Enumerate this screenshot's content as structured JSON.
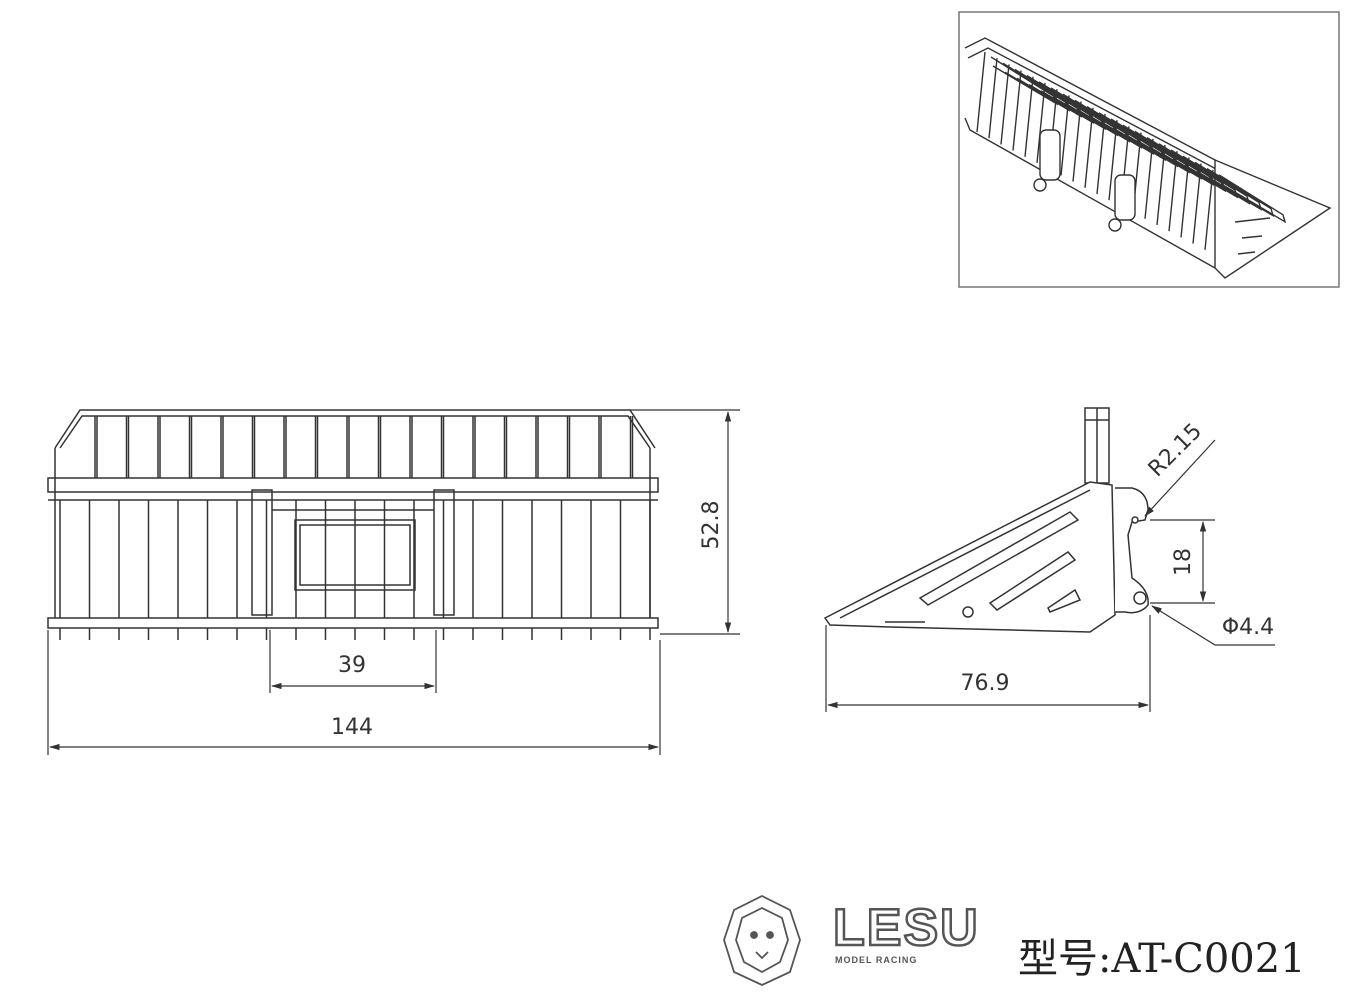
{
  "dimensions": {
    "height": "52.8",
    "frame_width": "39",
    "total_width": "144",
    "depth": "76.9",
    "hole_spacing": "18",
    "radius": "R2.15",
    "hole_diameter": "Φ4.4"
  },
  "brand": {
    "logo_text": "LESU",
    "tagline": "MODEL RACING",
    "model_label": "型号:AT-C0021"
  }
}
